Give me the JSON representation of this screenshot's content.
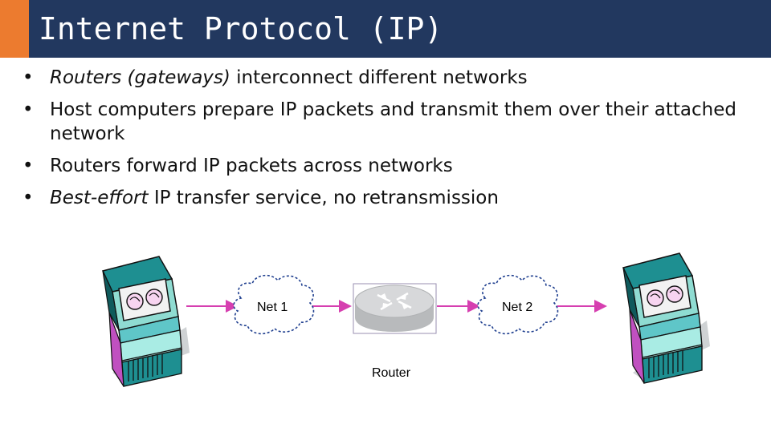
{
  "title": "Internet Protocol (IP)",
  "bullets": [
    {
      "em": "Routers (gateways)",
      "text": " interconnect different networks"
    },
    {
      "em": "",
      "text": "Host computers prepare IP packets and transmit them over their attached network"
    },
    {
      "em": "",
      "text": "Routers forward IP packets across networks"
    },
    {
      "em": "Best-effort",
      "text": " IP transfer service, no retransmission"
    }
  ],
  "diagram": {
    "net1_label": "Net 1",
    "net2_label": "Net 2",
    "router_label": "Router"
  },
  "colors": {
    "header_bg": "#22385f",
    "header_accent": "#ec7b2f",
    "link_line": "#d63fb0",
    "cloud_outline": "#1f3f8f"
  }
}
